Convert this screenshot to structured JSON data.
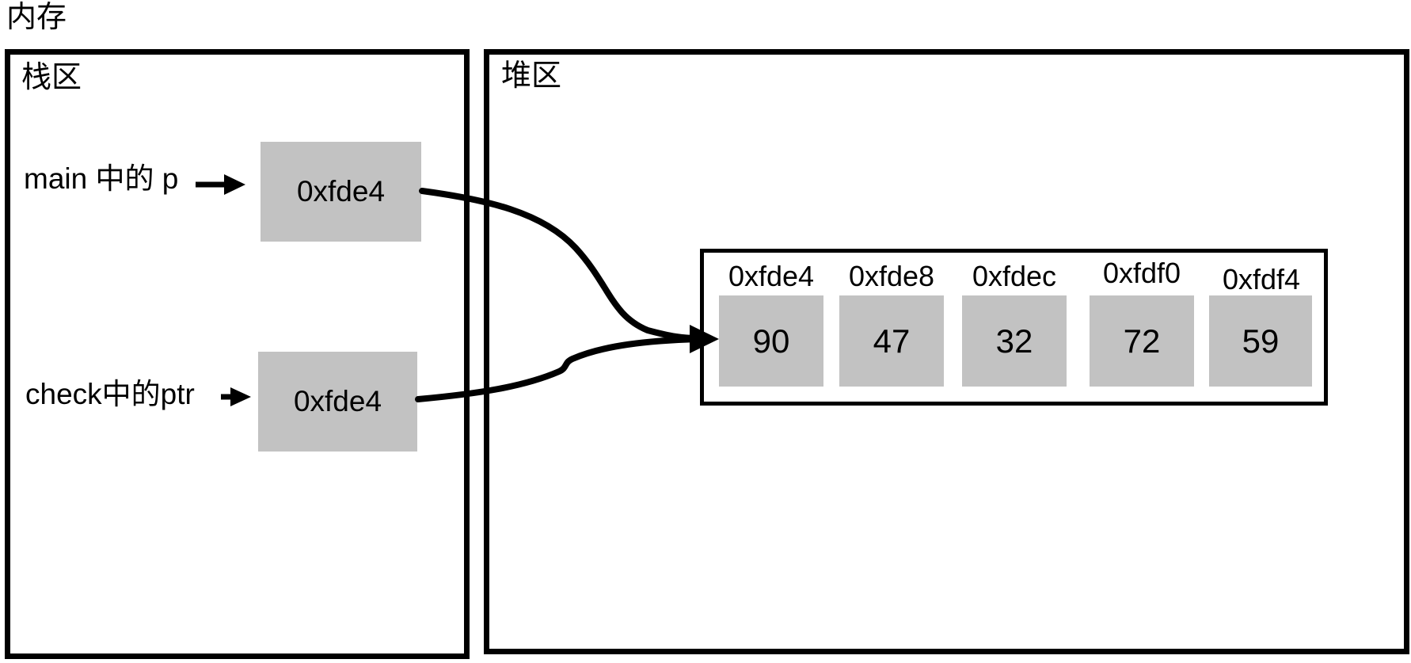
{
  "title": "内存",
  "colors": {
    "background": "#ffffff",
    "line": "#000000",
    "cell_fill": "#c2c2c2"
  },
  "stack": {
    "label": "栈区",
    "pointers": [
      {
        "name": "main 中的 p",
        "value": "0xfde4"
      },
      {
        "name": "check中的ptr",
        "value": "0xfde4"
      }
    ]
  },
  "heap": {
    "label": "堆区",
    "cells": [
      {
        "address": "0xfde4",
        "value": "90"
      },
      {
        "address": "0xfde8",
        "value": "47"
      },
      {
        "address": "0xfdec",
        "value": "32"
      },
      {
        "address": "0xfdf0",
        "value": "72"
      },
      {
        "address": "0xfdf4",
        "value": "59"
      }
    ]
  }
}
